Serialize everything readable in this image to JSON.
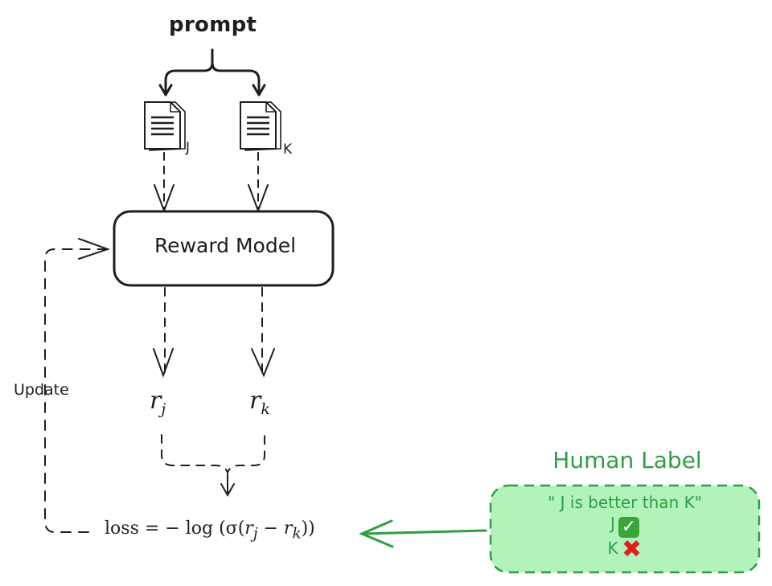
{
  "diagram": {
    "prompt_label": "prompt",
    "documents": [
      {
        "tag": "J"
      },
      {
        "tag": "K"
      }
    ],
    "reward_model_label": "Reward Model",
    "update_label": "Update",
    "rewards": [
      {
        "base": "r",
        "sub": "j"
      },
      {
        "base": "r",
        "sub": "k"
      }
    ],
    "loss_formula": {
      "lhs": "loss",
      "eq": " = − log ",
      "body_open": "(σ(",
      "r1": "r",
      "s1": "j",
      "minus": " − ",
      "r2": "r",
      "s2": "k",
      "body_close": "))"
    },
    "human_label": {
      "title": "Human Label",
      "statement": "\" J is better than K\"",
      "items": [
        {
          "tag": "J",
          "icon": "check-mark-icon",
          "glyph": "✓"
        },
        {
          "tag": "K",
          "icon": "cross-mark-icon",
          "glyph": "✖"
        }
      ]
    },
    "colors": {
      "ink": "#1e1e1e",
      "green": "#2f9e44",
      "green_fill": "#b2f2bb",
      "check_bg": "#3aa63a",
      "cross": "#e02020"
    }
  }
}
